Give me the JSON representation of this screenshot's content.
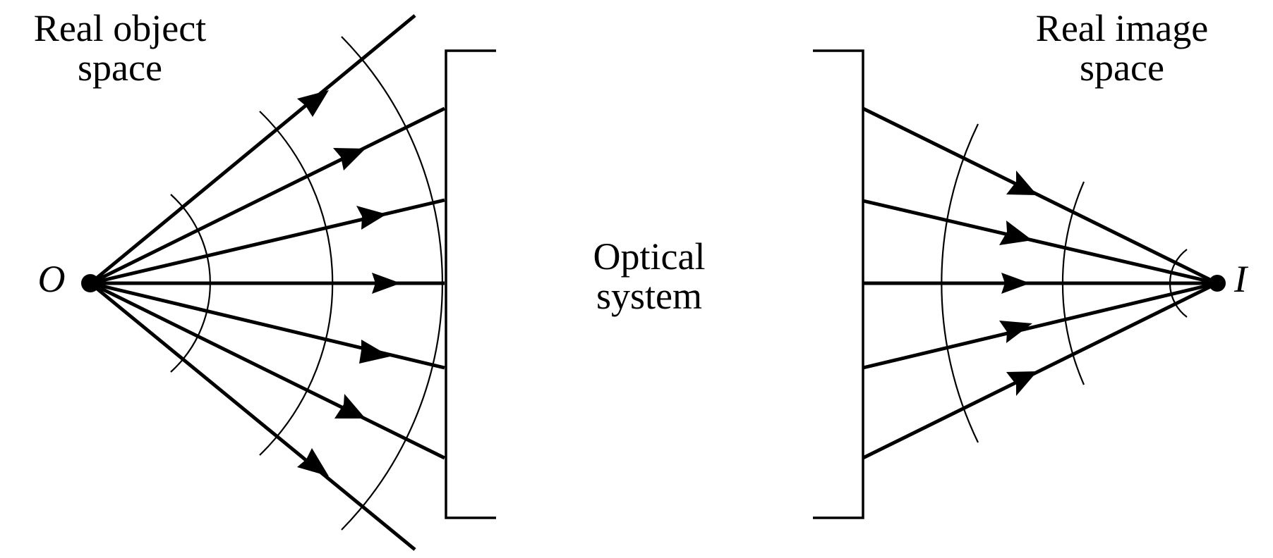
{
  "labels": {
    "object_space_line1": "Real object",
    "object_space_line2": "space",
    "image_space_line1": "Real image",
    "image_space_line2": "space",
    "optical_line1": "Optical",
    "optical_line2": "system",
    "object_point": "O",
    "image_point": "I"
  },
  "colors": {
    "ink": "#000000",
    "background": "#ffffff"
  }
}
